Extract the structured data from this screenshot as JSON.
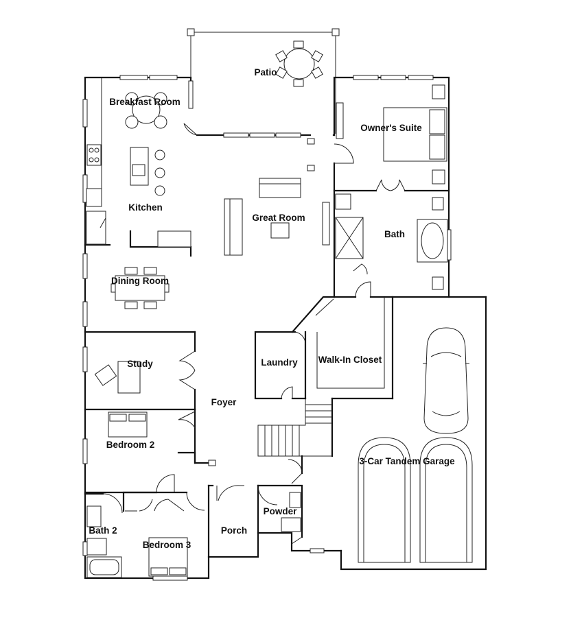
{
  "rooms": {
    "patio": "Patio",
    "breakfast_room": "Breakfast Room",
    "owners_suite": "Owner's Suite",
    "kitchen": "Kitchen",
    "great_room": "Great Room",
    "bath": "Bath",
    "dining_room": "Dining Room",
    "study": "Study",
    "laundry": "Laundry",
    "walk_in_closet": "Walk-In Closet",
    "foyer": "Foyer",
    "bedroom_2": "Bedroom 2",
    "garage": "3-Car Tandem Garage",
    "powder": "Powder",
    "bath_2": "Bath 2",
    "porch": "Porch",
    "bedroom_3": "Bedroom 3"
  }
}
